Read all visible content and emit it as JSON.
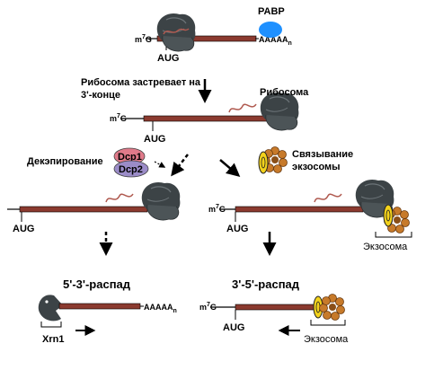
{
  "top": {
    "cap": "m7G",
    "aug": "AUG",
    "pabp": "PABP",
    "polya": "AAAAA",
    "polya_sub": "n"
  },
  "stall": {
    "label_line1": "Рибосома застревает на",
    "label_line2": "3'-конце",
    "ribosome_label": "Рибосома",
    "cap": "m7G",
    "aug": "AUG"
  },
  "left_branch": {
    "decapping_label": "Декэпирование",
    "dcp1": "Dcp1",
    "dcp2": "Dcp2",
    "aug": "AUG",
    "pathway_title": "5'-3'-распад",
    "polya": "AAAAA",
    "polya_sub": "n",
    "xrn1": "Xrn1"
  },
  "right_branch": {
    "exosome_binding_line1": "Связывание",
    "exosome_binding_line2": "экзосомы",
    "cap": "m7G",
    "aug": "AUG",
    "exosome_label": "Экзосома",
    "pathway_title": "3'-5'-распад",
    "bottom_cap": "m7G",
    "bottom_aug": "AUG",
    "bottom_exosome_label": "Экзосома"
  },
  "colors": {
    "mrna": "#8b3a2f",
    "ribosome": "#3c4346",
    "pabp": "#1e90ff",
    "dcp1": "#e07a8a",
    "dcp2": "#9b8cc8",
    "exosome_ring": "#c77a2a",
    "ski": "#f3d21b",
    "peptide": "#b05a50"
  }
}
